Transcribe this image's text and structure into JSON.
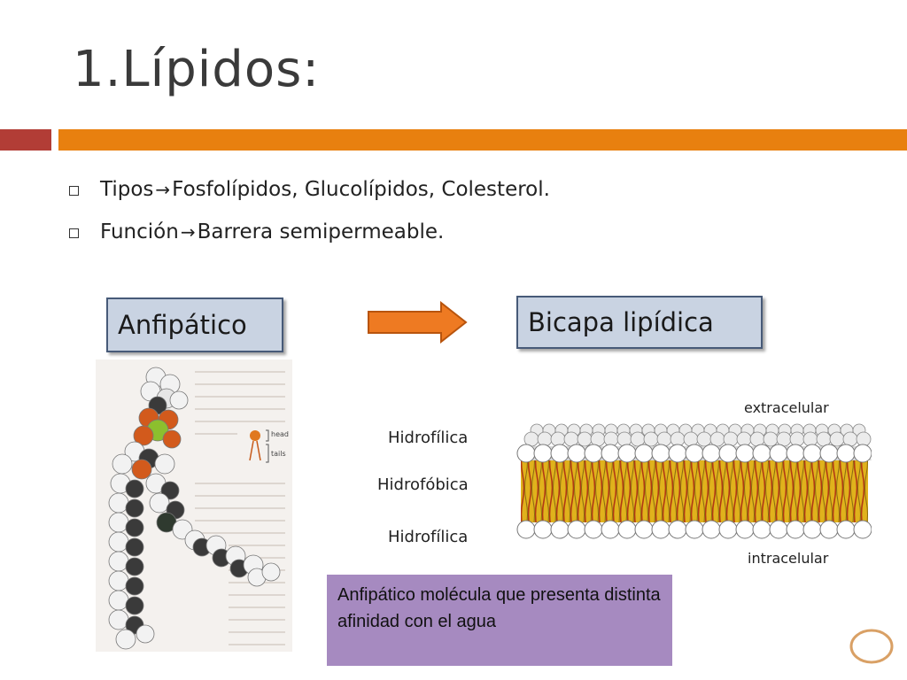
{
  "slide": {
    "title": "1.Lípidos:",
    "bullets": [
      {
        "lead": "Tipos ",
        "arrow": "→",
        "rest": "Fosfolípidos, Glucolípidos, Colesterol."
      },
      {
        "lead": "Función ",
        "arrow": "→",
        "rest": " Barrera semipermeable."
      }
    ]
  },
  "diagram": {
    "left_label": "Anfipático",
    "right_label": "Bicapa lipídica",
    "molecule_legend": {
      "head": "head",
      "tails": "tails"
    },
    "layers": {
      "top": "Hidrofílica",
      "middle": "Hidrofóbica",
      "bottom": "Hidrofílica"
    },
    "extracellular": "extracelular",
    "intracellular": "intracelular"
  },
  "note": {
    "text": "Anfipático molécula que presenta distinta afinidad con el agua"
  },
  "colors": {
    "accent_orange": "#e8800f",
    "accent_red": "#b23d36",
    "label_box": "#c9d3e2",
    "note_box": "#a68ac0"
  }
}
